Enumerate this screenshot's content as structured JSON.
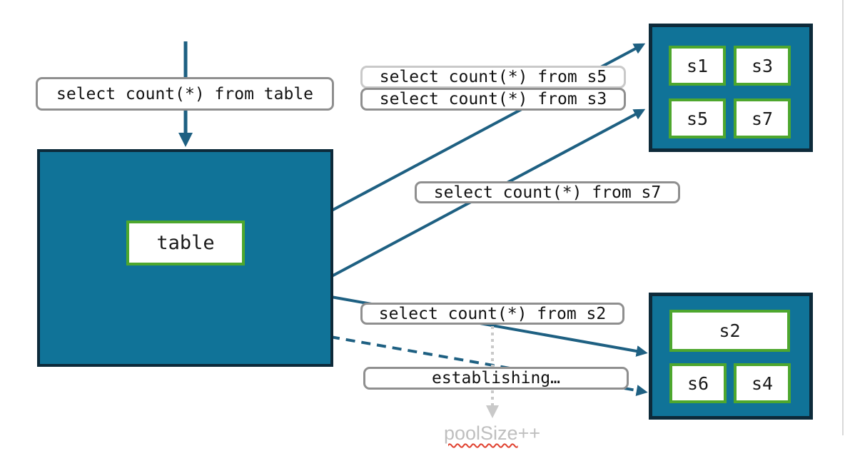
{
  "colors": {
    "teal_fill": "#107398",
    "dark_border": "#0D2A3A",
    "green_border": "#4EA72E",
    "arrow": "#1E6082",
    "label_border_gray": "#8F8F8F",
    "label_border_light": "#C9C9C9",
    "muted_gray": "#BFBFBF",
    "squiggle_red": "#E0412F"
  },
  "query_labels": {
    "from_table": "select count(*) from table",
    "from_s5": "select count(*) from s5",
    "from_s3": "select count(*) from s3",
    "from_s7": "select count(*) from s7",
    "from_s2": "select count(*) from s2",
    "establishing": "establishing…"
  },
  "annotation": {
    "pool_size_word": "poolSize",
    "pool_size_suffix": "++"
  },
  "source_table": {
    "label": "table"
  },
  "shard_group_top": {
    "shards": [
      {
        "label": "s1"
      },
      {
        "label": "s3"
      },
      {
        "label": "s5"
      },
      {
        "label": "s7"
      }
    ]
  },
  "shard_group_bottom": {
    "shards": [
      {
        "label": "s2"
      },
      {
        "label": "s6"
      },
      {
        "label": "s4"
      }
    ]
  }
}
